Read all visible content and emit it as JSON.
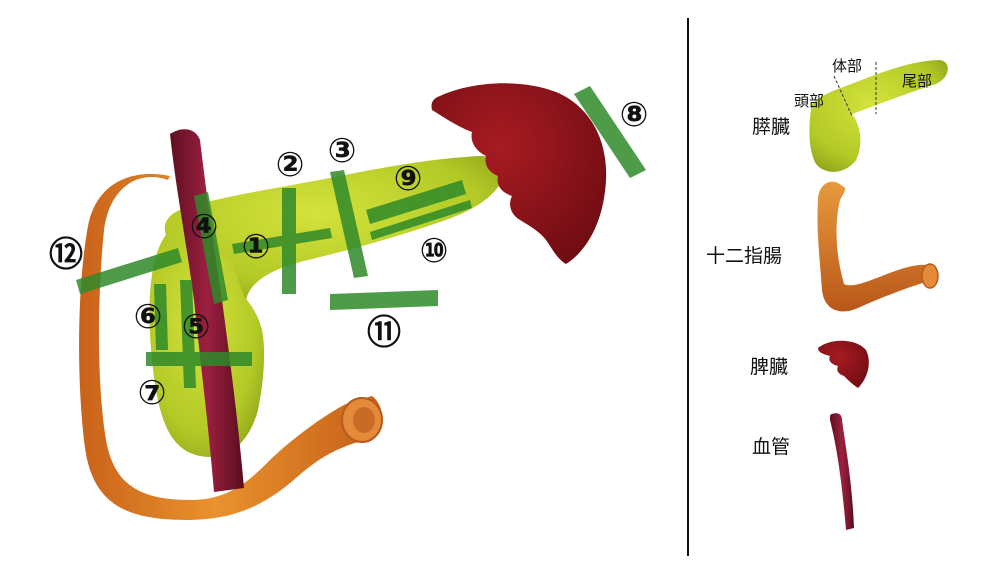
{
  "markers": [
    {
      "id": "m1",
      "text": "①"
    },
    {
      "id": "m2",
      "text": "②"
    },
    {
      "id": "m3",
      "text": "③"
    },
    {
      "id": "m4",
      "text": "④"
    },
    {
      "id": "m5",
      "text": "⑤"
    },
    {
      "id": "m6",
      "text": "⑥"
    },
    {
      "id": "m7",
      "text": "⑦"
    },
    {
      "id": "m8",
      "text": "⑧"
    },
    {
      "id": "m9",
      "text": "⑨"
    },
    {
      "id": "m10",
      "text": "⑩"
    },
    {
      "id": "m11",
      "text": "⑪"
    },
    {
      "id": "m12",
      "text": "⑫"
    }
  ],
  "legend": {
    "pancreas": "膵臓",
    "duodenum": "十二指腸",
    "spleen": "脾臓",
    "vessel": "血管",
    "parts": {
      "head": "頭部",
      "body": "体部",
      "tail": "尾部"
    }
  },
  "colors": {
    "pancreas": "#b9cf2a",
    "duodenum": "#d9781e",
    "spleen": "#8b1218",
    "vessel": "#7a1530",
    "cut_band": "#2f8a2a"
  }
}
